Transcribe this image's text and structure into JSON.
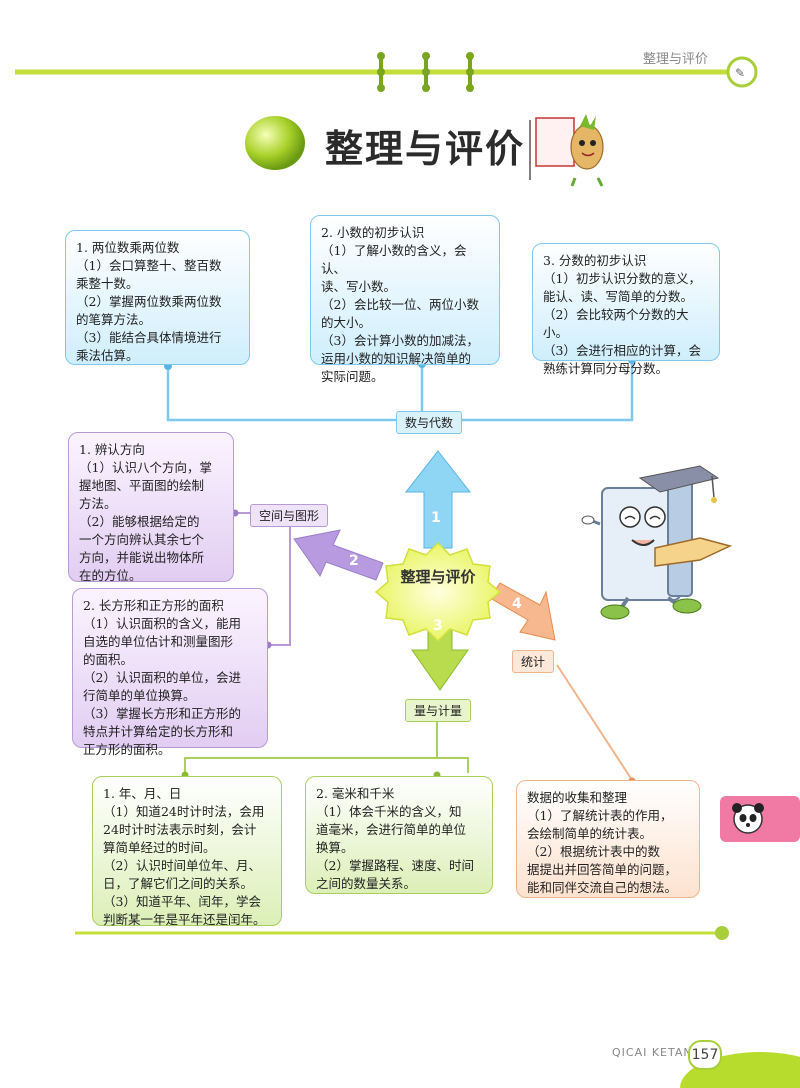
{
  "header": {
    "section_label": "整理与评价"
  },
  "title": "整理与评价",
  "center": {
    "label": "整理与评价"
  },
  "branches": [
    {
      "num": "1",
      "label": "数与代数"
    },
    {
      "num": "2",
      "label": "空间与图形"
    },
    {
      "num": "3",
      "label": "量与计量"
    },
    {
      "num": "4",
      "label": "统计"
    }
  ],
  "boxes": {
    "b1": {
      "title": "1. 两位数乘两位数",
      "lines": [
        "（1）会口算整十、整百数",
        "乘整十数。",
        "（2）掌握两位数乘两位数",
        "的笔算方法。",
        "（3）能结合具体情境进行",
        "乘法估算。"
      ]
    },
    "b2": {
      "title": "2. 小数的初步认识",
      "lines": [
        "（1）了解小数的含义，会认、",
        "读、写小数。",
        "（2）会比较一位、两位小数",
        "的大小。",
        "（3）会计算小数的加减法，",
        "运用小数的知识解决简单的",
        "实际问题。"
      ]
    },
    "b3": {
      "title": "3. 分数的初步认识",
      "lines": [
        "（1）初步认识分数的意义，",
        "能认、读、写简单的分数。",
        "（2）会比较两个分数的大小。",
        "（3）会进行相应的计算，会",
        "熟练计算同分母分数。"
      ]
    },
    "s1": {
      "title": "1. 辨认方向",
      "lines": [
        "（1）认识八个方向，掌",
        "握地图、平面图的绘制",
        "方法。",
        "（2）能够根据给定的",
        "一个方向辨认其余七个",
        "方向，并能说出物体所",
        "在的方位。"
      ]
    },
    "s2": {
      "title": "2. 长方形和正方形的面积",
      "lines": [
        "（1）认识面积的含义，能用",
        "自选的单位估计和测量图形",
        "的面积。",
        "（2）认识面积的单位，会进",
        "行简单的单位换算。",
        "（3）掌握长方形和正方形的",
        "特点并计算给定的长方形和",
        "正方形的面积。"
      ]
    },
    "m1": {
      "title": "1. 年、月、日",
      "lines": [
        "（1）知道24时计时法，会用",
        "24时计时法表示时刻，会计",
        "算简单经过的时间。",
        "（2）认识时间单位年、月、",
        "日，了解它们之间的关系。",
        "（3）知道平年、闰年，学会",
        "判断某一年是平年还是闰年。"
      ]
    },
    "m2": {
      "title": "2. 毫米和千米",
      "lines": [
        "（1）体会千米的含义，知",
        "道毫米，会进行简单的单位",
        "换算。",
        "（2）掌握路程、速度、时间",
        "之间的数量关系。"
      ]
    },
    "t1": {
      "title": "数据的收集和整理",
      "lines": [
        "（1）了解统计表的作用，",
        "会绘制简单的统计表。",
        "（2）根据统计表中的数",
        "据提出并回答简单的问题，",
        "能和同伴交流自己的想法。"
      ]
    }
  },
  "footer": {
    "brand": "QICAI KETANG",
    "page_number": "157"
  },
  "colors": {
    "accent_green": "#a8cf3a",
    "blue": "#7fc9ef",
    "purple": "#b79ad6",
    "orange": "#f2b58b"
  }
}
